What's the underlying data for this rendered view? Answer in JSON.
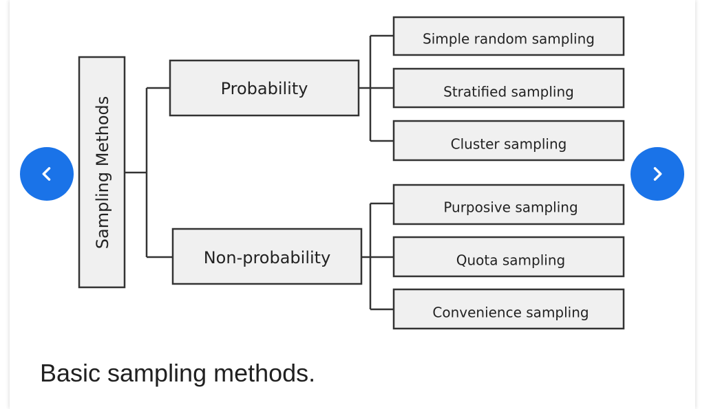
{
  "diagram": {
    "root": "Sampling Methods",
    "branches": [
      {
        "label": "Probability",
        "children": [
          "Simple random sampling",
          "Stratified sampling",
          "Cluster sampling"
        ]
      },
      {
        "label": "Non-probability",
        "children": [
          "Purposive sampling",
          "Quota sampling",
          "Convenience sampling"
        ]
      }
    ]
  },
  "caption": "Basic sampling methods.",
  "nav": {
    "prev_icon": "chevron-left-icon",
    "next_icon": "chevron-right-icon"
  },
  "colors": {
    "accent": "#1a73e8",
    "box_fill": "#f0f0f0",
    "box_stroke": "#333333"
  }
}
